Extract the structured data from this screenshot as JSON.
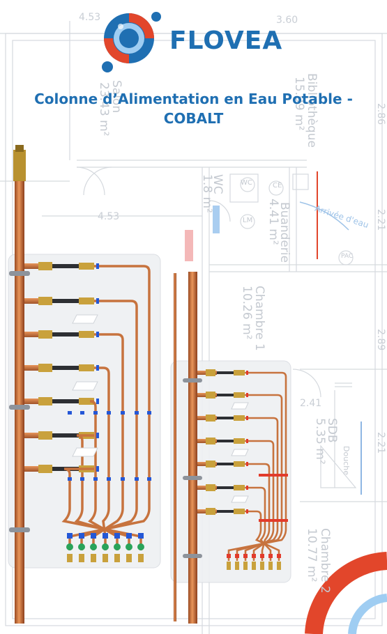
{
  "brand": {
    "name": "FLOVEA",
    "primary_color": "#1f6fb2",
    "accent_color": "#e2462b"
  },
  "headline": {
    "line1": "Colonne d’Alimentation en Eau Potable -",
    "line2": "COBALT"
  },
  "plan": {
    "dims": [
      "4.53",
      "3.60",
      "4.53",
      "2.86",
      "2.21",
      "2.89",
      "2.21",
      "2.41"
    ],
    "rooms": {
      "bibliotheque": "Bibliothèque",
      "bibliotheque_area": "15.99 m²",
      "salon": "Salon",
      "salon_area": "23.43 m²",
      "wc": "WC",
      "wc_area": "1.8 m²",
      "buanderie": "Buanderie",
      "buanderie_area": "4.41 m²",
      "chambre1": "Chambre 1",
      "chambre1_area": "10.26 m²",
      "sdb": "SDB",
      "sdb_area": "5.35 m²",
      "chambre2": "Chambre 2",
      "chambre2_area": "10.77 m²",
      "douche": "Douche",
      "arrivee": "Arrivée d'eau",
      "ce": "CE",
      "lm": "LM",
      "wc_small": "WC",
      "pac": "PAC"
    }
  }
}
